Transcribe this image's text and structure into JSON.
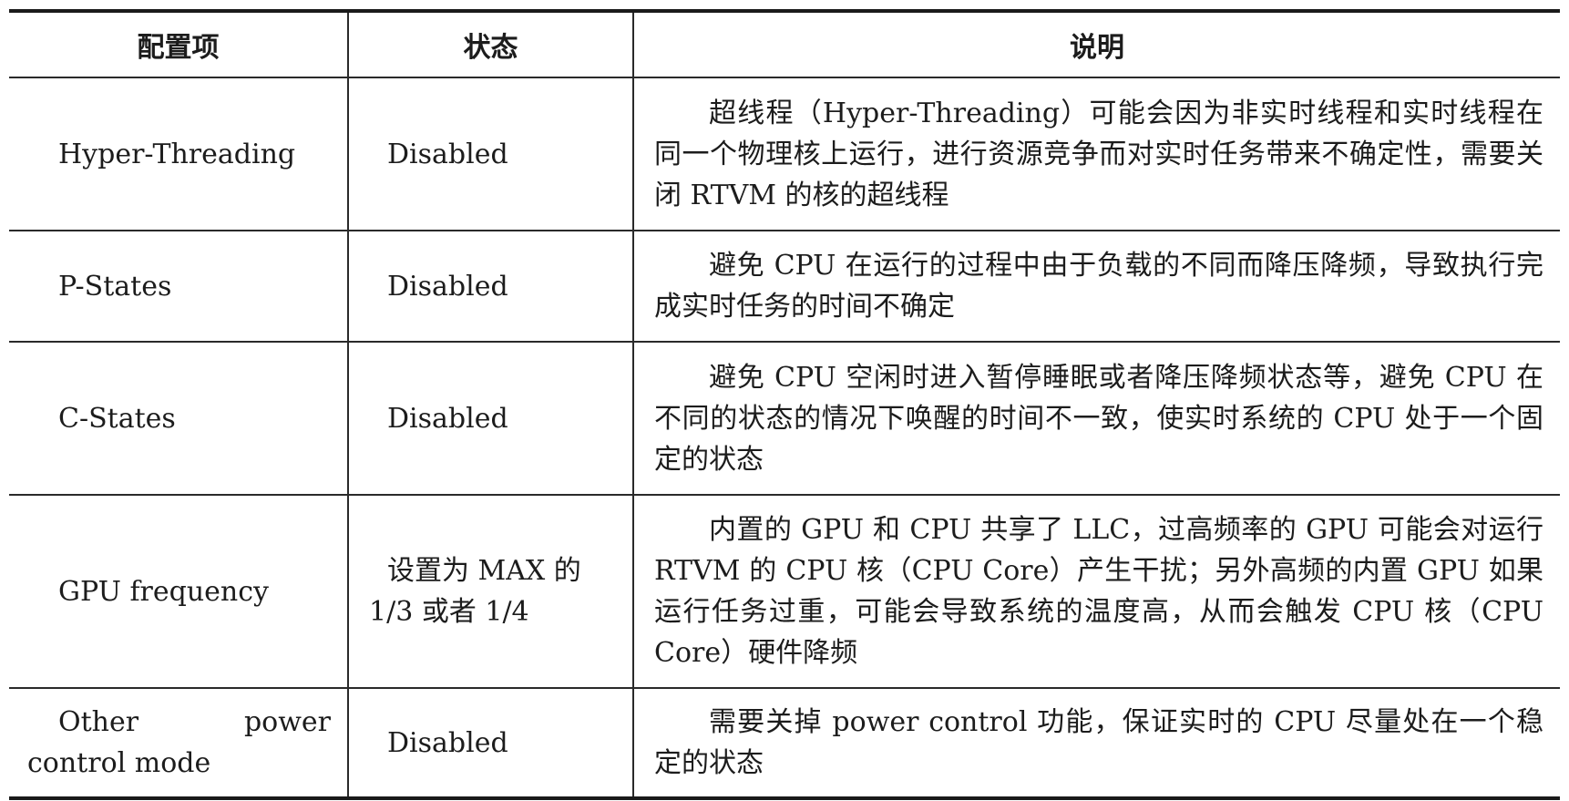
{
  "table": {
    "headers": [
      "配置项",
      "状态",
      "说明"
    ],
    "rows": [
      {
        "item": "Hyper-Threading",
        "status": "Disabled",
        "description": "超线程（Hyper-Threading）可能会因为非实时线程和实时线程在同一个物理核上运行，进行资源竞争而对实时任务带来不确定性，需要关闭 RTVM 的核的超线程"
      },
      {
        "item": "P-States",
        "status": "Disabled",
        "description": "避免 CPU 在运行的过程中由于负载的不同而降压降频，导致执行完成实时任务的时间不确定"
      },
      {
        "item": "C-States",
        "status": "Disabled",
        "description": "避免 CPU 空闲时进入暂停睡眠或者降压降频状态等，避免 CPU 在不同的状态的情况下唤醒的时间不一致，使实时系统的 CPU 处于一个固定的状态"
      },
      {
        "item": "GPU frequency",
        "status": "设置为 MAX 的 1/3 或者 1/4",
        "description": "内置的 GPU 和 CPU 共享了 LLC，过高频率的 GPU 可能会对运行 RTVM 的 CPU 核（CPU Core）产生干扰；另外高频的内置 GPU 如果运行任务过重，可能会导致系统的温度高，从而会触发 CPU 核（CPU Core）硬件降频"
      },
      {
        "item": "Other power control mode",
        "status": "Disabled",
        "description": "需要关掉 power control 功能，保证实时的 CPU 尽量处在一个稳定的状态"
      }
    ]
  }
}
